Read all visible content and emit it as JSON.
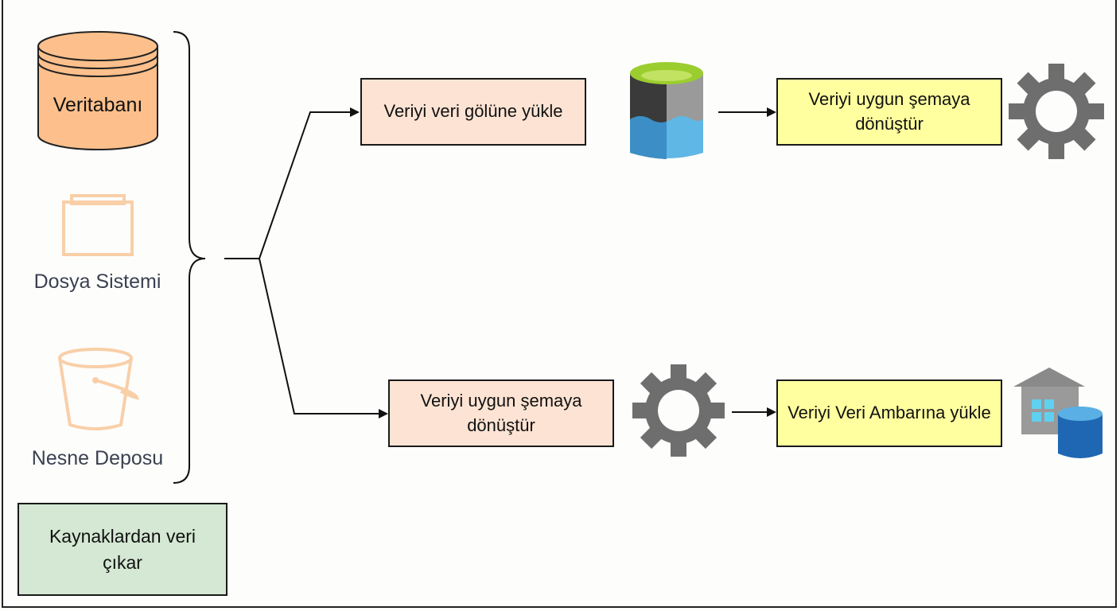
{
  "sources": {
    "database_label": "Veritabanı",
    "filesystem_label": "Dosya Sistemi",
    "objectstore_label": "Nesne Deposu"
  },
  "extract": {
    "label": "Kaynaklardan veri çıkar"
  },
  "top_flow": {
    "step1": "Veriyi veri gölüne yükle",
    "step2": "Veriyi uygun şemaya dönüştür"
  },
  "bottom_flow": {
    "step1": "Veriyi uygun şemaya dönüştür",
    "step2": "Veriyi Veri Ambarına yükle"
  },
  "icons": {
    "database": "database-cylinder-icon",
    "filesystem": "folder-icon",
    "objectstore": "bucket-icon",
    "datalake": "data-lake-icon",
    "gear": "gear-icon",
    "warehouse": "data-warehouse-icon"
  },
  "colors": {
    "peach": "#fde3d3",
    "yellow": "#ffff9f",
    "green": "#d4e8d3",
    "db_orange": "#fdc08c",
    "outline_peach": "#f9cfa8",
    "gear_gray": "#6e6e6e",
    "lake_blue": "#4aa3d8",
    "lake_green": "#9bcd2f"
  }
}
